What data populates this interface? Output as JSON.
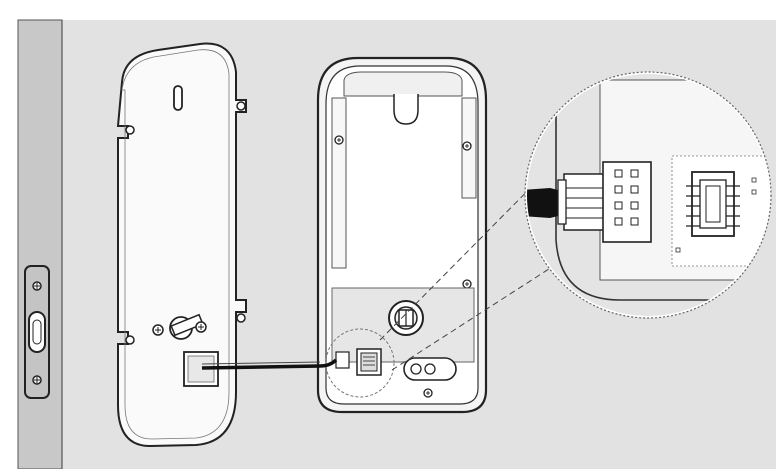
{
  "figure": {
    "subject": "door-lock-back-plate-wiring-installation",
    "parts": [
      {
        "name": "door-panel"
      },
      {
        "name": "mounting-plate"
      },
      {
        "name": "lock-body-interior"
      },
      {
        "name": "wire-harness"
      },
      {
        "name": "connector-magnified-view"
      }
    ]
  }
}
